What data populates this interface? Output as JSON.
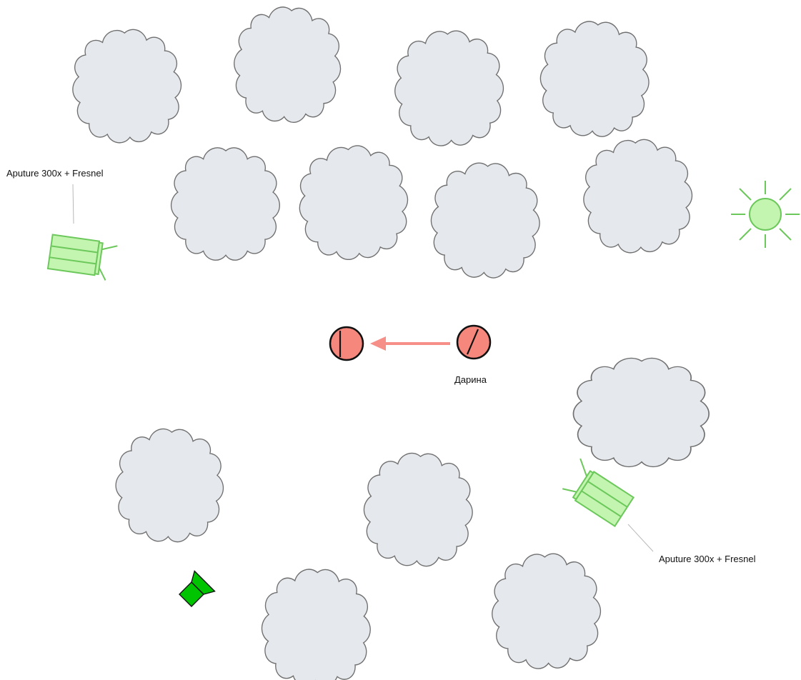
{
  "diagram": {
    "title": "",
    "labels": {
      "light_top_left": "Aputure 300x + Fresnel",
      "light_bottom_right": "Aputure 300x + Fresnel",
      "actor_name": "Дарина"
    },
    "elements": {
      "trees": [
        {
          "id": "tree-1",
          "kind": "bush",
          "icon": "cloud-bush-icon"
        },
        {
          "id": "tree-2",
          "kind": "bush",
          "icon": "cloud-bush-icon"
        },
        {
          "id": "tree-3",
          "kind": "bush",
          "icon": "cloud-bush-icon"
        },
        {
          "id": "tree-4",
          "kind": "bush",
          "icon": "cloud-bush-icon"
        },
        {
          "id": "tree-5",
          "kind": "bush",
          "icon": "cloud-bush-icon"
        },
        {
          "id": "tree-6",
          "kind": "bush",
          "icon": "cloud-bush-icon"
        },
        {
          "id": "tree-7",
          "kind": "bush",
          "icon": "cloud-bush-icon"
        },
        {
          "id": "tree-8",
          "kind": "bush",
          "icon": "cloud-bush-icon"
        },
        {
          "id": "tree-9",
          "kind": "bush",
          "icon": "cloud-bush-icon"
        },
        {
          "id": "tree-10",
          "kind": "bush",
          "icon": "cloud-bush-icon"
        },
        {
          "id": "tree-11",
          "kind": "bush",
          "icon": "cloud-bush-icon"
        },
        {
          "id": "tree-12",
          "kind": "bush",
          "icon": "cloud-bush-icon"
        },
        {
          "id": "tree-13",
          "kind": "bush",
          "icon": "cloud-bush-icon"
        },
        {
          "id": "tree-14",
          "kind": "bush",
          "icon": "cloud-bush-icon"
        }
      ],
      "lights": [
        {
          "id": "light-top-left",
          "icon": "fresnel-light-icon"
        },
        {
          "id": "light-bottom-right",
          "icon": "fresnel-light-icon"
        }
      ],
      "sun": {
        "icon": "sun-icon"
      },
      "actors": [
        {
          "id": "actor-start",
          "icon": "actor-head-icon"
        },
        {
          "id": "actor-end",
          "icon": "actor-head-icon"
        }
      ],
      "movement": {
        "icon": "arrow-left-icon"
      },
      "camera": {
        "icon": "camera-icon"
      }
    },
    "colors": {
      "tree_fill": "#e5e8ec",
      "tree_stroke": "#6f6f6f",
      "light_fill": "#c3f5b0",
      "light_stroke": "#6cc85b",
      "sun_fill": "#c3f5b0",
      "sun_stroke": "#6cc85b",
      "actor_fill": "#f6877d",
      "actor_stroke": "#111111",
      "arrow": "#f58f88",
      "camera_fill": "#00c400",
      "leader_line": "#b8b8b8",
      "text": "#111111"
    }
  }
}
